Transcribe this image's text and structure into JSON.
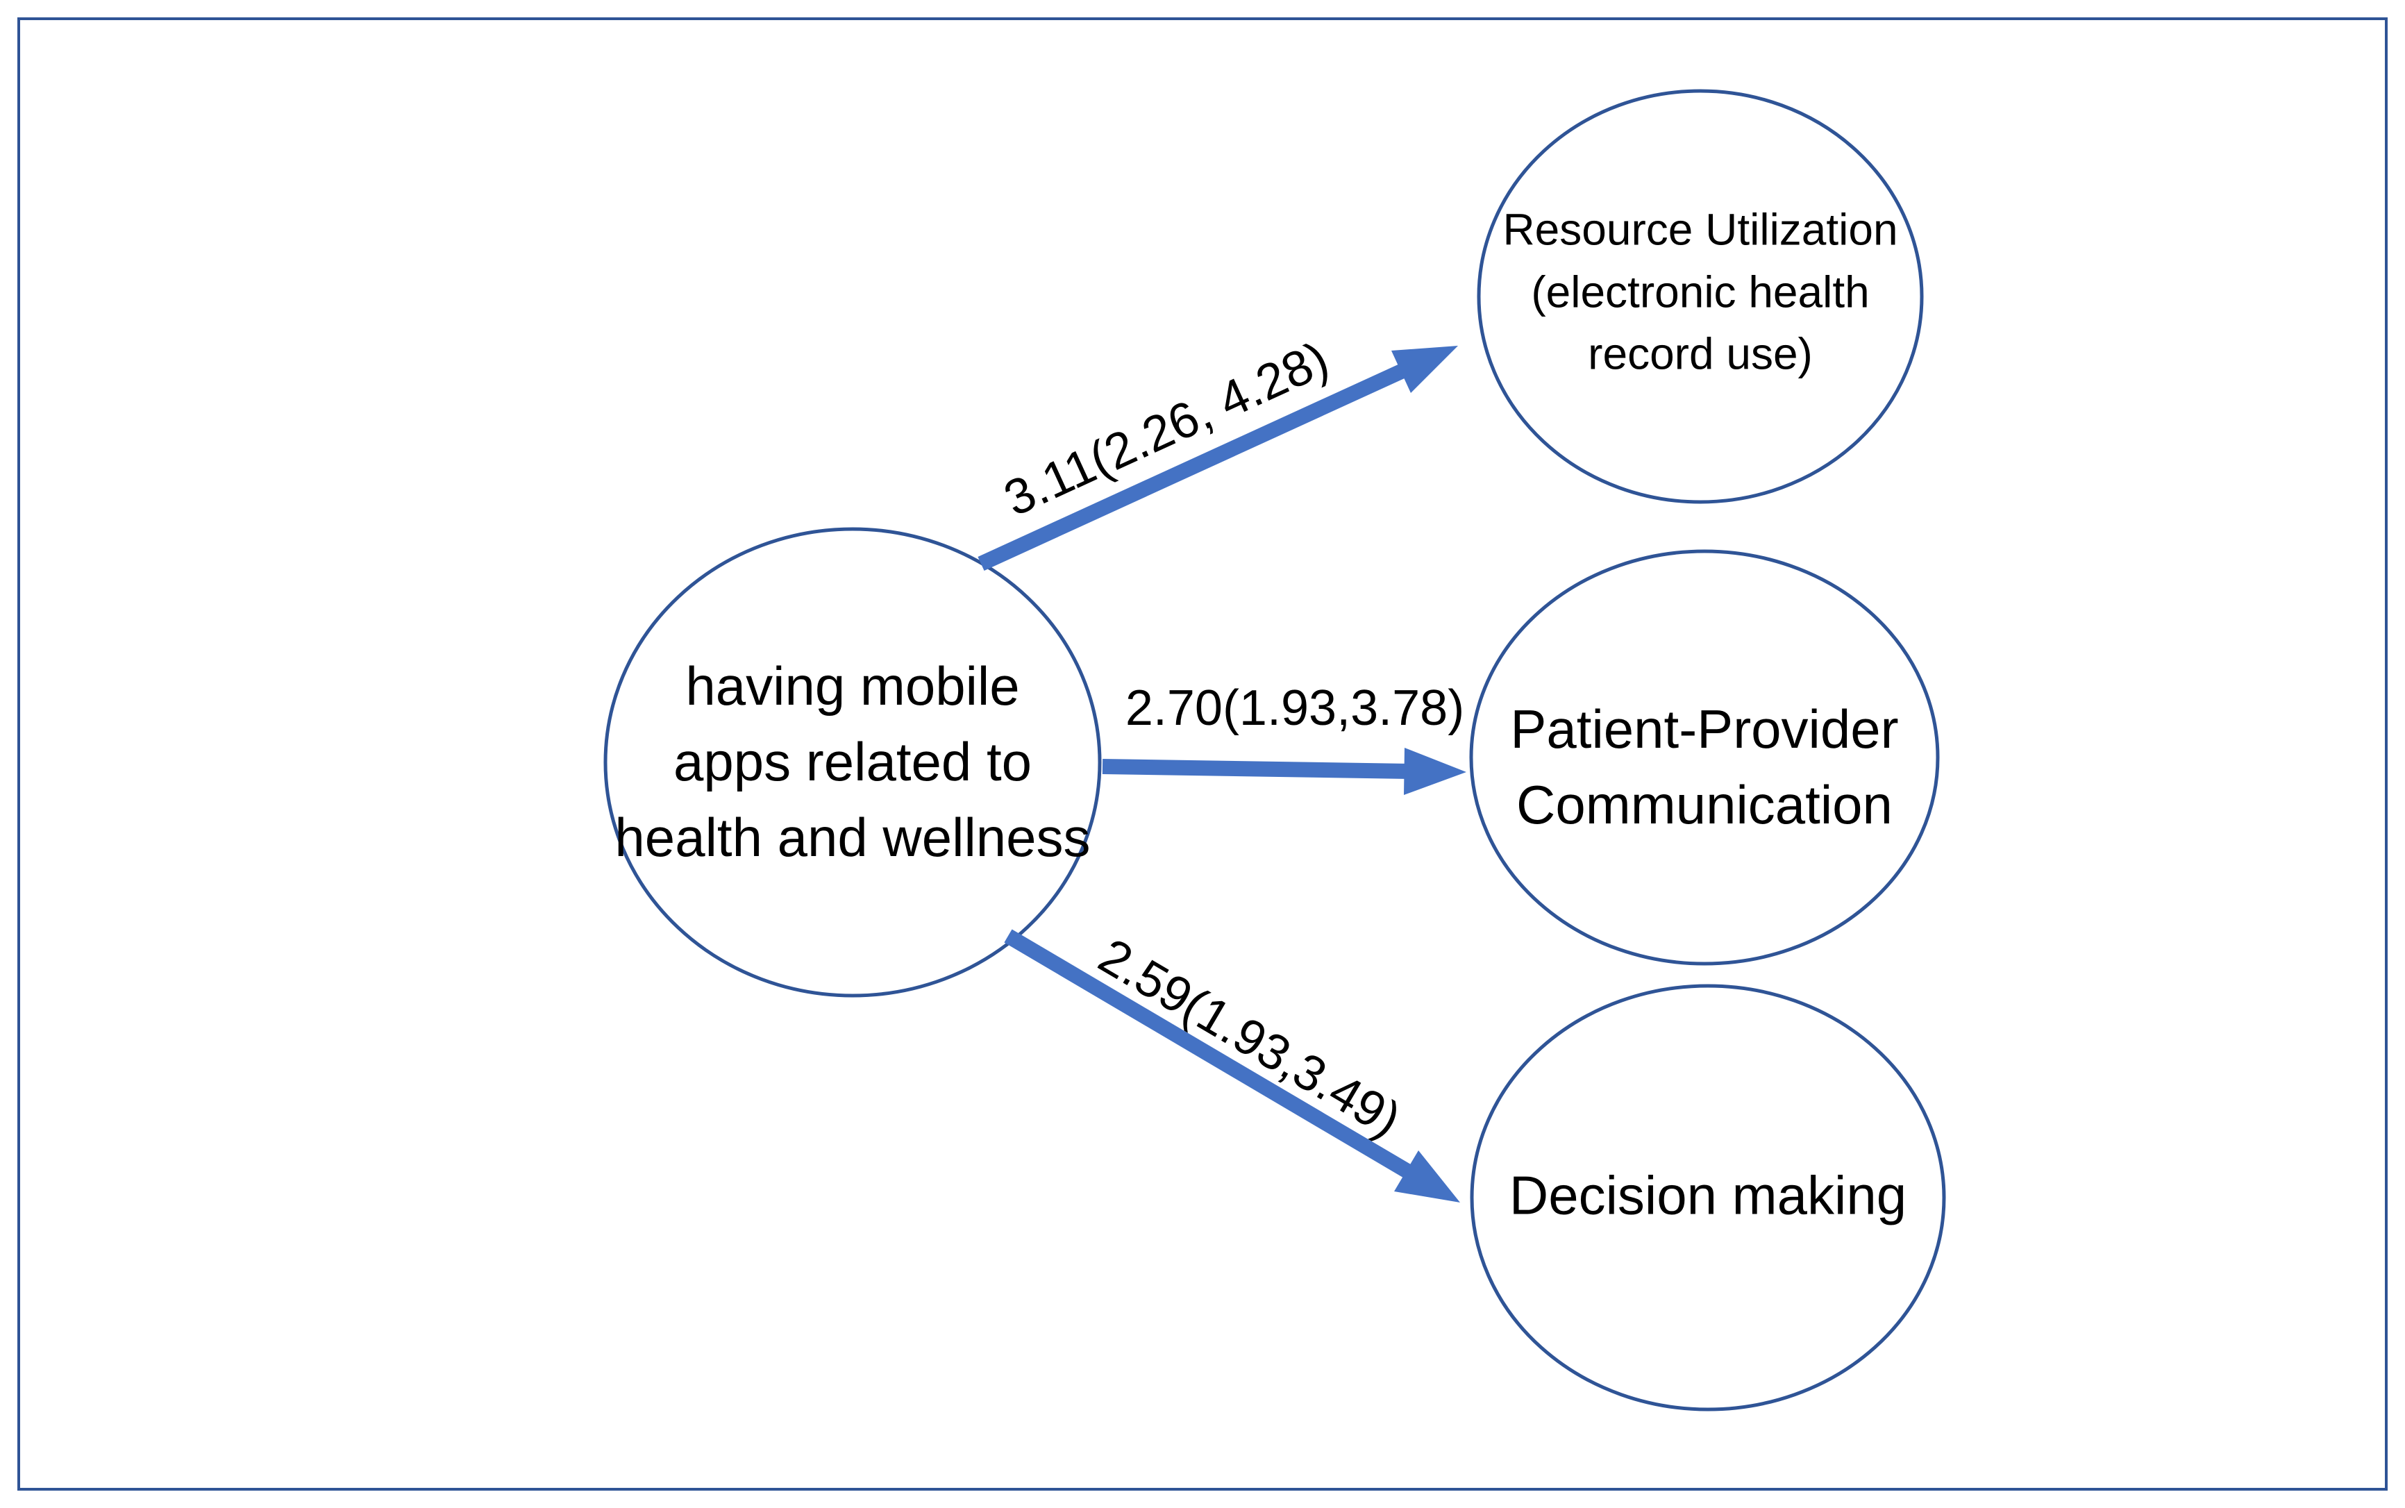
{
  "colors": {
    "background": "#FFFFFF",
    "border": "#2F5496",
    "outline": "#2F5496",
    "arrow": "#4472C4",
    "text": "#000000"
  },
  "nodes": {
    "source": {
      "lines": [
        "having mobile",
        "apps related to",
        "health and wellness"
      ]
    },
    "resource_utilization": {
      "lines": [
        "Resource Utilization",
        "(electronic health",
        "record use)"
      ]
    },
    "patient_provider": {
      "lines": [
        "Patient-Provider",
        "Communication"
      ]
    },
    "decision_making": {
      "lines": [
        "Decision making"
      ]
    }
  },
  "edges": [
    {
      "from": "source",
      "to": "resource_utilization",
      "label": "3.11(2.26, 4.28)"
    },
    {
      "from": "source",
      "to": "patient_provider",
      "label": "2.70(1.93,3.78)"
    },
    {
      "from": "source",
      "to": "decision_making",
      "label": "2.59(1.93,3.49)"
    }
  ]
}
